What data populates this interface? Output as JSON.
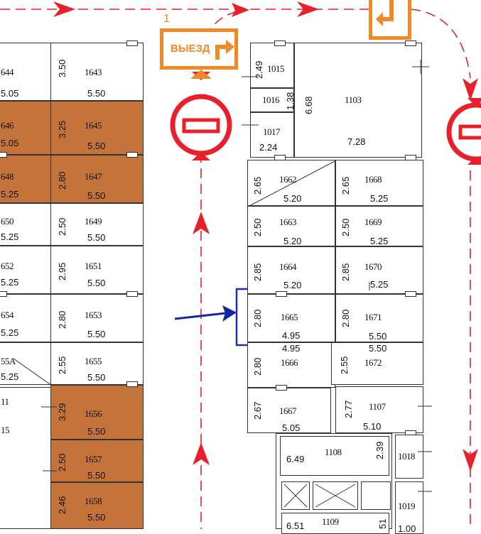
{
  "exit_sign": {
    "number": "1",
    "label": "ВЫЕЗД"
  },
  "spots_left_col_a": [
    {
      "num": "644",
      "width": "5.05"
    },
    {
      "num": "646",
      "width": "5.05"
    },
    {
      "num": "648",
      "width": "5.25"
    },
    {
      "num": "650",
      "width": "5.25"
    },
    {
      "num": "652",
      "width": "5.25"
    },
    {
      "num": "654",
      "width": "5.25"
    },
    {
      "num": "55A",
      "width": "5.25"
    },
    {
      "num": "11",
      "width": ""
    },
    {
      "num": "15",
      "width": ""
    }
  ],
  "spots_left_col_b": [
    {
      "num": "1643",
      "depth": "3.50",
      "width": "5.50"
    },
    {
      "num": "1645",
      "depth": "3.25",
      "width": "5.50"
    },
    {
      "num": "1647",
      "depth": "2.80",
      "width": "5.50"
    },
    {
      "num": "1649",
      "depth": "2.50",
      "width": "5.50"
    },
    {
      "num": "1651",
      "depth": "2.95",
      "width": "5.50"
    },
    {
      "num": "1653",
      "depth": "2.80",
      "width": "5.50"
    },
    {
      "num": "1655",
      "depth": "2.55",
      "width": "5.50"
    },
    {
      "num": "1656",
      "depth": "3.29",
      "width": "5.50"
    },
    {
      "num": "1657",
      "depth": "2.50",
      "width": "5.50"
    },
    {
      "num": "1658",
      "depth": "2.46",
      "width": "5.50"
    }
  ],
  "storage": [
    {
      "num": "1015",
      "dim": "2.49"
    },
    {
      "num": "1016",
      "dim": "1.38"
    },
    {
      "num": "1017",
      "dim": "2.24"
    },
    {
      "num": "1103",
      "d1": "6.68",
      "d2": "7.28"
    }
  ],
  "spots_mid_col_a": [
    {
      "num": "1662",
      "depth": "2.65",
      "width": "5.20"
    },
    {
      "num": "1663",
      "depth": "2.50",
      "width": "5.20"
    },
    {
      "num": "1664",
      "depth": "2.85",
      "width": "5.20"
    },
    {
      "num": "1665",
      "depth": "2.80",
      "width": "4.95"
    },
    {
      "num": "1666",
      "depth": "2.80",
      "width": "4.95"
    },
    {
      "num": "1667",
      "depth": "2.67",
      "width": "5.05"
    }
  ],
  "spots_mid_col_b": [
    {
      "num": "1668",
      "depth": "2.65",
      "width": "5.25"
    },
    {
      "num": "1669",
      "depth": "2.50",
      "width": "5.25"
    },
    {
      "num": "1670",
      "depth": "2.85",
      "width": "5.25"
    },
    {
      "num": "1671",
      "depth": "2.80",
      "width": "5.50"
    },
    {
      "num": "1672",
      "depth": "2.55",
      "width": "5.50"
    },
    {
      "num": "1107",
      "depth": "2.77",
      "width": "5.10"
    }
  ],
  "bottom_rooms": [
    {
      "num": "1108",
      "d1": "6.49",
      "d2": "2.39"
    },
    {
      "num": "1018",
      "d1": ""
    },
    {
      "num": "1109",
      "d1": "6.51",
      "d2": "51"
    },
    {
      "num": "1019",
      "d1": "1.00"
    }
  ],
  "colors": {
    "route": "#e8202a",
    "sign": "#f08a24",
    "brown": "#c4743a",
    "highlight": "#1f2fb0",
    "arrow": "#1226a8"
  }
}
